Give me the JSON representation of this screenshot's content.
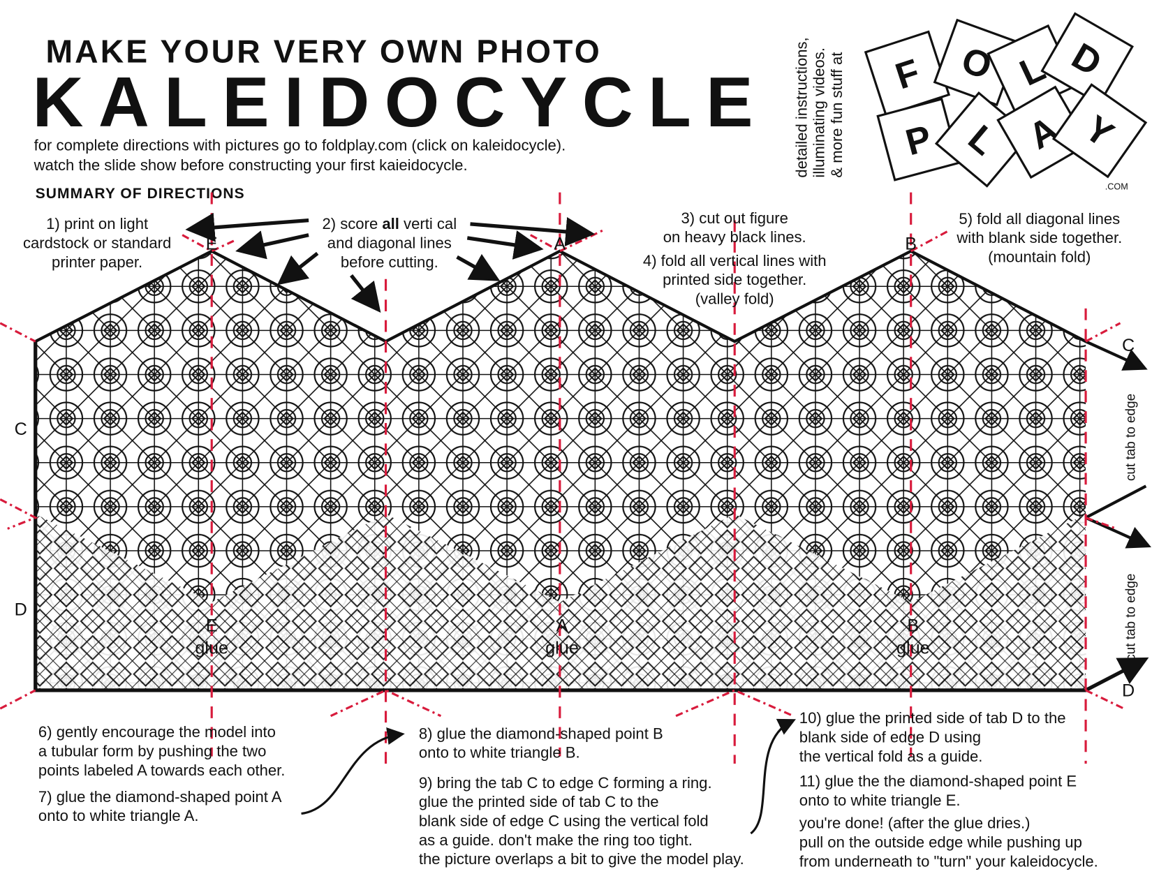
{
  "header": {
    "subtitle": "MAKE YOUR VERY OWN PHOTO",
    "title": "KALEIDOCYCLE",
    "intro_line1": "for complete directions with pictures go to foldplay.com (click on kaleidocycle).",
    "intro_line2": "watch the slide show before constructing your first kaieidocycle.",
    "summary_heading": "SUMMARY OF DIRECTIONS"
  },
  "sidebar_note": [
    "detailed instructions,",
    "illuminating videos.",
    "& more fun stuff at"
  ],
  "logo": {
    "letters": [
      "F",
      "O",
      "L",
      "D",
      "P",
      "L",
      "A",
      "Y"
    ],
    "suffix": ".COM"
  },
  "steps_top": {
    "s1": [
      "1) print on light",
      "cardstock or standard",
      "printer paper."
    ],
    "s2": [
      "2) score ",
      "all",
      " verti cal",
      "and diagonal lines",
      "before cutting."
    ],
    "s3": [
      "3) cut out figure",
      "on heavy black lines."
    ],
    "s4": [
      "4) fold all vertical lines with",
      "printed side together.",
      "(valley fold)"
    ],
    "s5": [
      "5) fold all diagonal lines",
      "with blank side together.",
      "(mountain fold)"
    ]
  },
  "labels": {
    "top": [
      "E",
      "A",
      "B"
    ],
    "left": [
      "C",
      "D"
    ],
    "right": [
      "C",
      "D"
    ],
    "bottom_points": [
      "E",
      "A",
      "B"
    ],
    "glue": "glue",
    "tab_text": "cut tab to  edge"
  },
  "steps_bottom": {
    "s6": [
      "6) gently encourage the model into",
      "a tubular form by pushing the two",
      "points labeled A towards each other."
    ],
    "s7": [
      "7) glue the diamond-shaped point A",
      "onto to white triangle A."
    ],
    "s8": [
      "8) glue the diamond-shaped point B",
      "onto to white triangle B."
    ],
    "s9": [
      "9) bring the tab C to edge C forming a ring.",
      "glue the printed side of tab C to the",
      "blank side of edge C using the vertical fold",
      "as a guide.  don't make the ring too tight.",
      "the picture overlaps a bit to give the model play."
    ],
    "s10": [
      "10) glue the printed side of tab D to the",
      "blank side of edge D using",
      "the vertical fold as a guide."
    ],
    "s11": [
      "11) glue the the diamond-shaped point E",
      "onto to white triangle E."
    ],
    "done": [
      "you're done!  (after the glue dries.)",
      "pull on the outside edge while pushing up",
      "from underneath to \"turn\" your kaleidocycle."
    ]
  },
  "colors": {
    "fold_line": "#d81b3c",
    "ink": "#111111"
  }
}
